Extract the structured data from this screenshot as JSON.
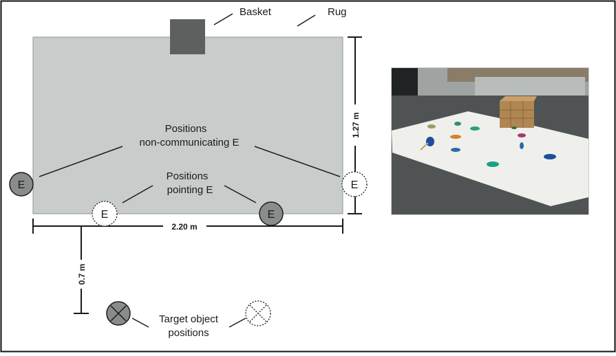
{
  "labels": {
    "basket": "Basket",
    "rug": "Rug",
    "positions_noncomm_line1": "Positions",
    "positions_noncomm_line2": "non-communicating E",
    "positions_pointing_line1": "Positions",
    "positions_pointing_line2": "pointing E",
    "target_line1": "Target object",
    "target_line2": "positions",
    "experimenter_symbol": "E"
  },
  "dimensions": {
    "width": "2.20 m",
    "height": "1.27 m",
    "distance": "0.7 m"
  },
  "colors": {
    "rug": "#c8cdcb",
    "basket": "#5d605f",
    "marker_filled": "#8a8c8b",
    "line": "#1a1a1a"
  },
  "photo": {
    "description_icons": [
      "basket-icon",
      "rug-icon",
      "colored-disc-icon"
    ]
  }
}
